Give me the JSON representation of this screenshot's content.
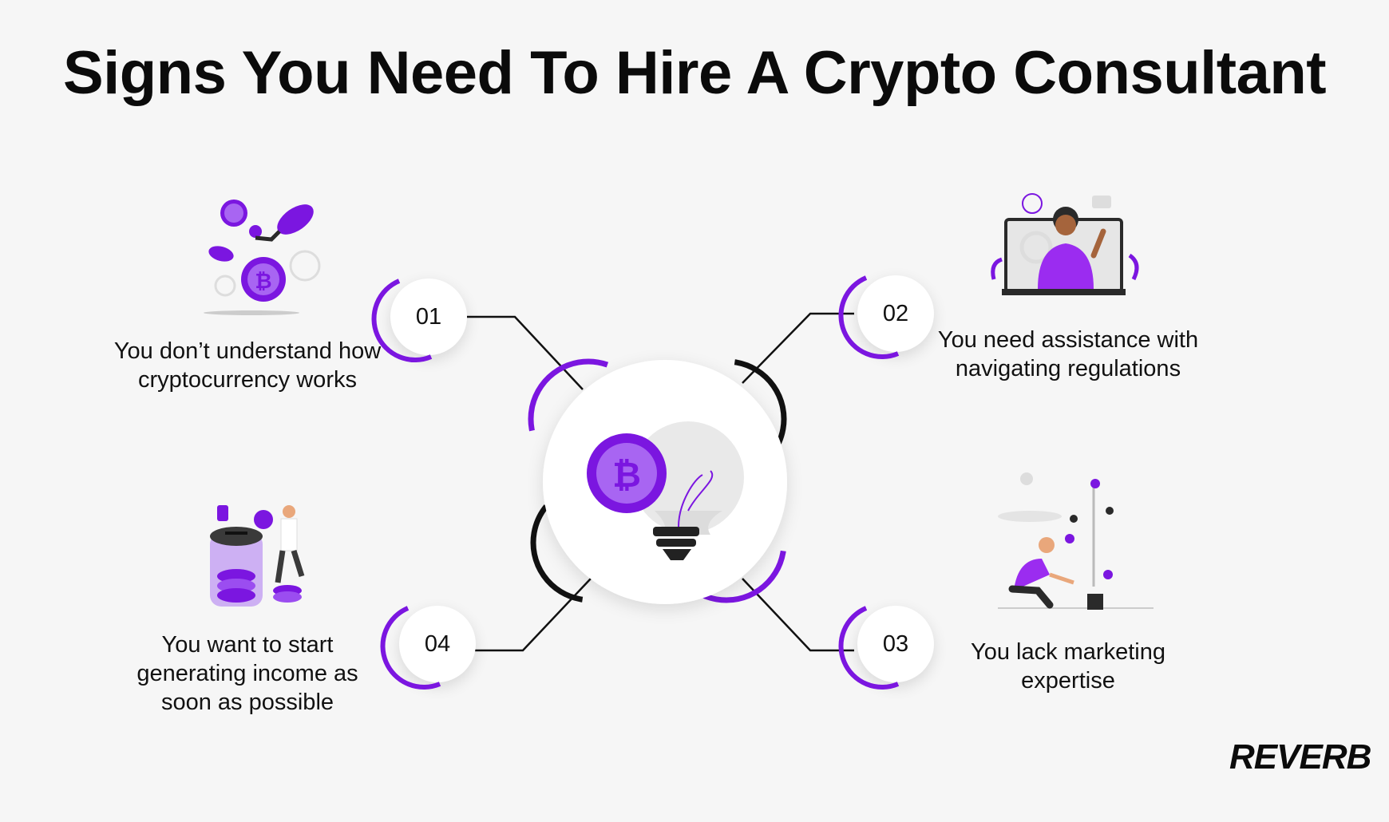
{
  "title": "Signs You Need To Hire A Crypto Consultant",
  "items": [
    {
      "number": "01",
      "text": "You don’t understand how cryptocurrency works"
    },
    {
      "number": "02",
      "text": "You need assistance with navigating regulations"
    },
    {
      "number": "03",
      "text": "You lack marketing expertise"
    },
    {
      "number": "04",
      "text": "You want to start generating income as soon as possible"
    }
  ],
  "logo": "REVERB",
  "colors": {
    "accent": "#7b16e0",
    "accent_light": "#a865f2",
    "dark": "#111111",
    "background": "#f6f6f6"
  }
}
